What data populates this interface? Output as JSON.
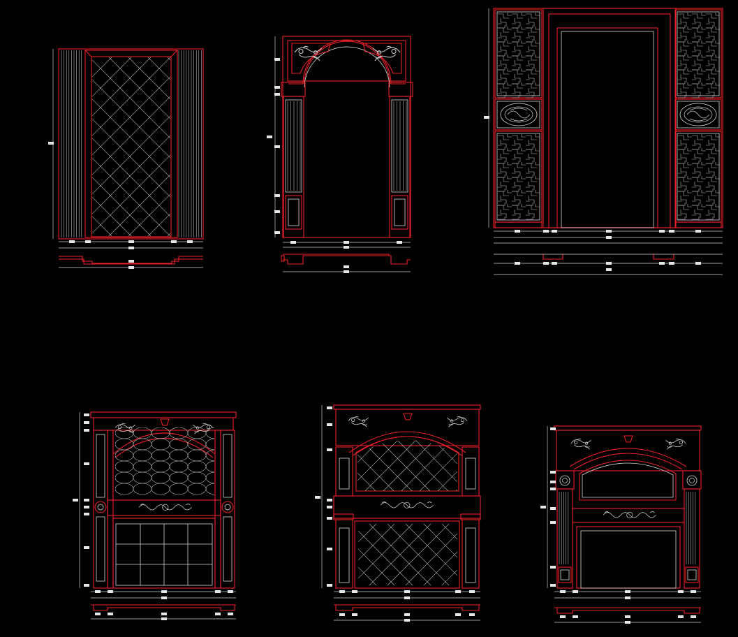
{
  "drawing": {
    "background": "#000000",
    "colors": {
      "outline": "#e8222a",
      "detail": "#d9d9d9",
      "dimension": "#cfcfcf"
    },
    "panels": [
      {
        "id": "elevation-1",
        "kind": "door-with-diamond-lattice-and-fluted-side-panels"
      },
      {
        "id": "elevation-2",
        "kind": "arched-doorway-with-fluted-pilasters"
      },
      {
        "id": "elevation-3",
        "kind": "double-door-frame-with-fret-lattice-screens"
      },
      {
        "id": "elevation-4",
        "kind": "arched-fireplace-with-grid-panel"
      },
      {
        "id": "elevation-5",
        "kind": "arched-cabinet-with-diamond-panels"
      },
      {
        "id": "elevation-6",
        "kind": "arched-fireplace-with-fluted-columns"
      }
    ],
    "icons": [
      "scroll-ornament",
      "oval-medallion",
      "rosette",
      "keystone"
    ]
  }
}
